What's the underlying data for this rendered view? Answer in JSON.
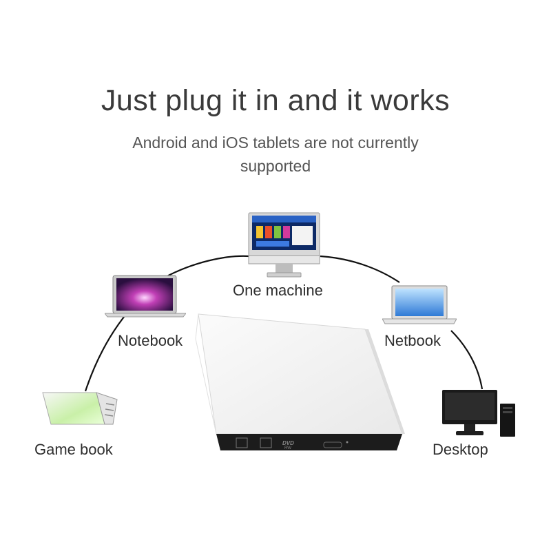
{
  "header": {
    "title": "Just plug it in and it works",
    "subtitle": "Android and iOS tablets are not currently supported"
  },
  "devices": [
    {
      "label": "One machine",
      "icon": "all-in-one-computer-icon"
    },
    {
      "label": "Notebook",
      "icon": "notebook-laptop-icon"
    },
    {
      "label": "Netbook",
      "icon": "netbook-laptop-icon"
    },
    {
      "label": "Game book",
      "icon": "game-book-laptop-icon"
    },
    {
      "label": "Desktop",
      "icon": "desktop-computer-icon"
    }
  ],
  "product": {
    "icon": "external-dvd-drive-icon",
    "logos": [
      "DVD",
      "RW"
    ]
  },
  "colors": {
    "title": "#3a3a3a",
    "text": "#2e2e2e",
    "arc": "#111111",
    "drive_body": "#f2f2f2",
    "drive_front": "#1c1c1c"
  }
}
